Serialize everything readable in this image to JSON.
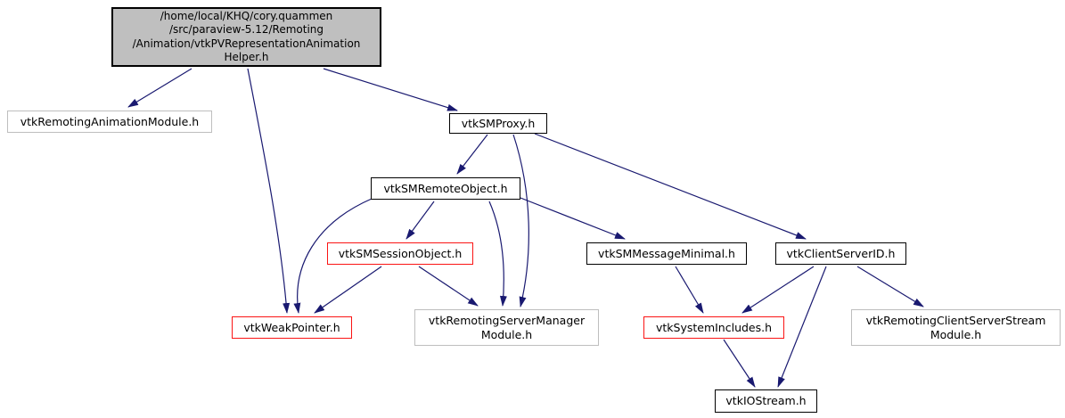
{
  "graph": {
    "kind": "include-dependency-graph",
    "edge_color": "#191970",
    "colors": {
      "current_node_fill": "#bfbfbf",
      "node_fill": "#ffffff",
      "border_default": "#000000",
      "border_module": "#bebebe",
      "border_truncated": "#fb1414",
      "text": "#000000"
    },
    "nodes": [
      {
        "id": "main",
        "style": "current",
        "lines": [
          "/home/local/KHQ/cory.quammen",
          "/src/paraview-5.12/Remoting",
          "/Animation/vtkPVRepresentationAnimation",
          "Helper.h"
        ]
      },
      {
        "id": "vtkRemotingAnimationModule",
        "style": "module",
        "lines": [
          "vtkRemotingAnimationModule.h"
        ]
      },
      {
        "id": "vtkSMProxy",
        "style": "linked",
        "lines": [
          "vtkSMProxy.h"
        ]
      },
      {
        "id": "vtkSMRemoteObject",
        "style": "linked",
        "lines": [
          "vtkSMRemoteObject.h"
        ]
      },
      {
        "id": "vtkSMSessionObject",
        "style": "truncated",
        "lines": [
          "vtkSMSessionObject.h"
        ]
      },
      {
        "id": "vtkSMMessageMinimal",
        "style": "linked",
        "lines": [
          "vtkSMMessageMinimal.h"
        ]
      },
      {
        "id": "vtkClientServerID",
        "style": "linked",
        "lines": [
          "vtkClientServerID.h"
        ]
      },
      {
        "id": "vtkWeakPointer",
        "style": "truncated",
        "lines": [
          "vtkWeakPointer.h"
        ]
      },
      {
        "id": "vtkRemotingServerManagerModule",
        "style": "module",
        "lines": [
          "vtkRemotingServerManager",
          "Module.h"
        ]
      },
      {
        "id": "vtkSystemIncludes",
        "style": "truncated",
        "lines": [
          "vtkSystemIncludes.h"
        ]
      },
      {
        "id": "vtkRemotingClientServerStreamModule",
        "style": "module",
        "lines": [
          "vtkRemotingClientServerStream",
          "Module.h"
        ]
      },
      {
        "id": "vtkIOStream",
        "style": "linked",
        "lines": [
          "vtkIOStream.h"
        ]
      }
    ],
    "edges": [
      {
        "from": "main",
        "to": "vtkRemotingAnimationModule"
      },
      {
        "from": "main",
        "to": "vtkSMProxy"
      },
      {
        "from": "main",
        "to": "vtkWeakPointer"
      },
      {
        "from": "vtkSMProxy",
        "to": "vtkSMRemoteObject"
      },
      {
        "from": "vtkSMProxy",
        "to": "vtkRemotingServerManagerModule"
      },
      {
        "from": "vtkSMProxy",
        "to": "vtkClientServerID"
      },
      {
        "from": "vtkSMRemoteObject",
        "to": "vtkSMSessionObject"
      },
      {
        "from": "vtkSMRemoteObject",
        "to": "vtkSMMessageMinimal"
      },
      {
        "from": "vtkSMRemoteObject",
        "to": "vtkWeakPointer"
      },
      {
        "from": "vtkSMRemoteObject",
        "to": "vtkRemotingServerManagerModule"
      },
      {
        "from": "vtkSMSessionObject",
        "to": "vtkWeakPointer"
      },
      {
        "from": "vtkSMSessionObject",
        "to": "vtkRemotingServerManagerModule"
      },
      {
        "from": "vtkSMMessageMinimal",
        "to": "vtkSystemIncludes"
      },
      {
        "from": "vtkClientServerID",
        "to": "vtkSystemIncludes"
      },
      {
        "from": "vtkClientServerID",
        "to": "vtkRemotingClientServerStreamModule"
      },
      {
        "from": "vtkClientServerID",
        "to": "vtkIOStream"
      },
      {
        "from": "vtkSystemIncludes",
        "to": "vtkIOStream"
      }
    ]
  }
}
